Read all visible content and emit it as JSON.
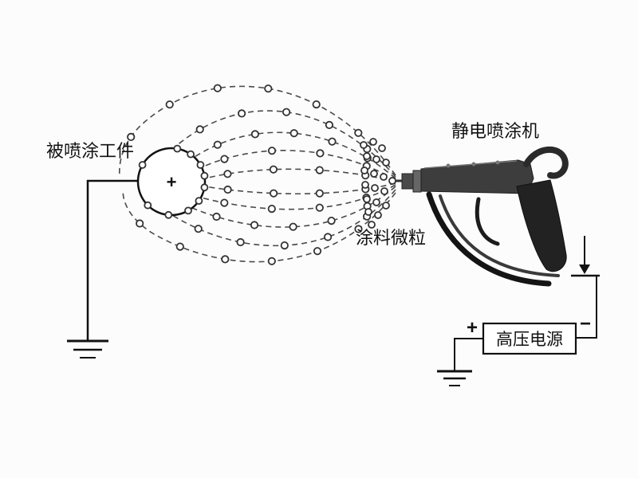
{
  "labels": {
    "workpiece": "被喷涂工件",
    "gun": "静电喷涂机",
    "particles": "涂料微粒",
    "power_supply": "高压电源"
  },
  "symbols": {
    "workpiece_charge": "+",
    "power_positive": "+",
    "power_negative": "−"
  },
  "colors": {
    "background": "#fcfcfc",
    "field_line": "#4a4a4a",
    "gun_body": "#3d3d3d",
    "text": "#111111",
    "particle_fill": "#ffffff",
    "particle_stroke": "#333333"
  }
}
